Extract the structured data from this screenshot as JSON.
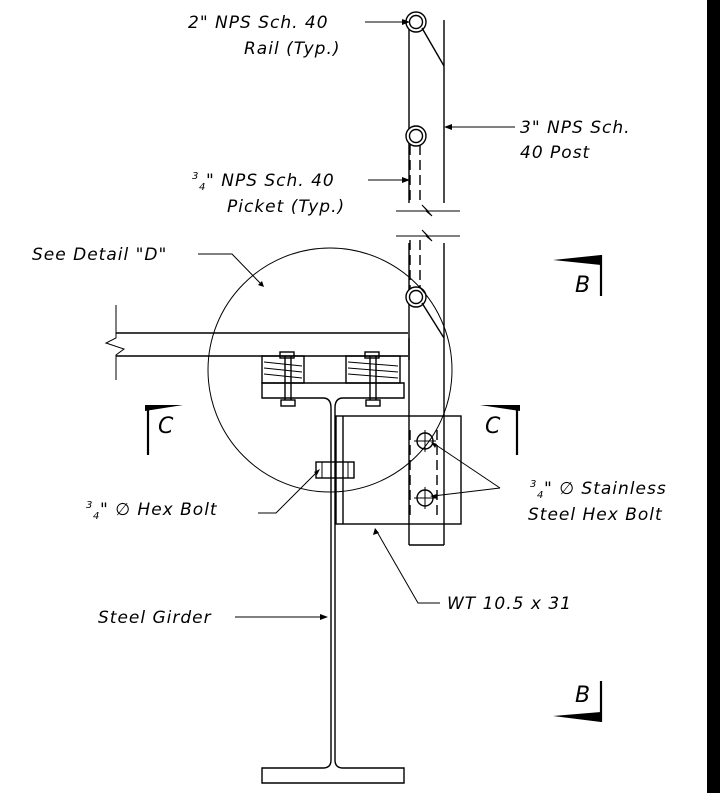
{
  "labels": {
    "rail_line1": "2\" NPS Sch. 40",
    "rail_line2": "Rail (Typ.)",
    "post_line1": "3\" NPS Sch.",
    "post_line2": "40 Post",
    "picket_frac_num": "3",
    "picket_frac_den": "4",
    "picket_line1": "\" NPS Sch. 40",
    "picket_line2": "Picket (Typ.)",
    "detail": "See Detail \"D\"",
    "hex_bolt_frac_num": "3",
    "hex_bolt_frac_den": "4",
    "hex_bolt": "\" ∅ Hex Bolt",
    "ss_bolt_frac_num": "3",
    "ss_bolt_frac_den": "4",
    "ss_bolt_line1": "\" ∅ Stainless",
    "ss_bolt_line2": "Steel Hex Bolt",
    "steel_girder": "Steel Girder",
    "wt": "WT 10.5 x 31"
  },
  "sections": {
    "b_top": "B",
    "b_bottom": "B",
    "c_left": "C",
    "c_right": "C"
  }
}
